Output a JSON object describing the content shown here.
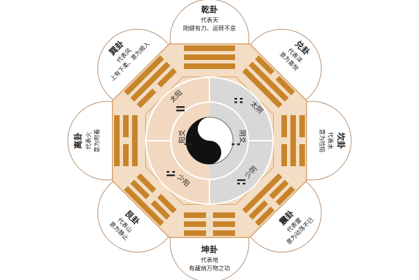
{
  "colors": {
    "bar": "#c8842a",
    "octagon_fill": "#f3ddc4",
    "octagon_stroke": "#d6a26a",
    "inner_yang": "#f2d8c0",
    "inner_yin": "#d8d8d8",
    "petal_stroke": "#b89070",
    "text": "#222222"
  },
  "trigrams": [
    {
      "name": "乾卦",
      "lines": [
        "代表天",
        "刚健有力、运转不息"
      ],
      "angle": 0,
      "bits": [
        1,
        1,
        1
      ]
    },
    {
      "name": "兑卦",
      "lines": [
        "代表泽",
        "意为喜悦"
      ],
      "angle": 45,
      "bits": [
        1,
        1,
        0
      ]
    },
    {
      "name": "坎卦",
      "lines": [
        "代表水",
        "意为险陷"
      ],
      "angle": 90,
      "bits": [
        0,
        1,
        0
      ]
    },
    {
      "name": "震卦",
      "lines": [
        "代表雷",
        "意为动荡不已"
      ],
      "angle": 135,
      "bits": [
        1,
        0,
        0
      ]
    },
    {
      "name": "坤卦",
      "lines": [
        "代表地",
        "有藏纳万物之功"
      ],
      "angle": 180,
      "bits": [
        0,
        0,
        0
      ]
    },
    {
      "name": "艮卦",
      "lines": [
        "代表山",
        "意为静止"
      ],
      "angle": 225,
      "bits": [
        0,
        0,
        1
      ]
    },
    {
      "name": "离卦",
      "lines": [
        "代表火",
        "意为附着"
      ],
      "angle": 270,
      "bits": [
        1,
        0,
        1
      ]
    },
    {
      "name": "巽卦",
      "lines": [
        "代表风",
        "上有下柔、意为顺入"
      ],
      "angle": 315,
      "bits": [
        0,
        1,
        1
      ]
    }
  ],
  "inner": {
    "tai_yin": "太阴",
    "tai_yang": "太阳",
    "shao_yin": "少阴",
    "shao_yang": "少阳",
    "yang_yao": "阳爻",
    "yin_yao": "阴爻"
  }
}
